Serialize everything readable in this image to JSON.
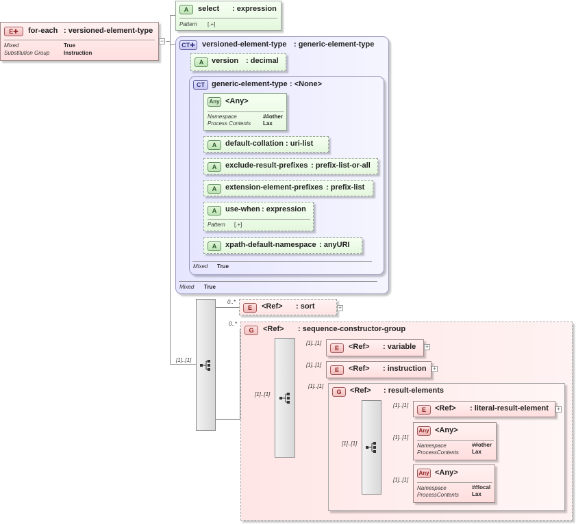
{
  "root": {
    "tag": "E",
    "name": "for-each",
    "type": ": versioned-element-type",
    "props": [
      {
        "k": "Mixed",
        "v": "True"
      },
      {
        "k": "Substitution Group",
        "v": "Instruction"
      }
    ]
  },
  "select": {
    "tag": "A",
    "name": "select",
    "type": ": expression",
    "pattern_k": "Pattern",
    "pattern_v": "[.+]"
  },
  "versioned": {
    "tag": "CT",
    "name": "versioned-element-type",
    "type": ": generic-element-type",
    "mixed_k": "Mixed",
    "mixed_v": "True"
  },
  "version": {
    "tag": "A",
    "name": "version",
    "type": ": decimal"
  },
  "generic": {
    "tag": "CT",
    "name": "generic-element-type",
    "type": ": <None>",
    "mixed_k": "Mixed",
    "mixed_v": "True"
  },
  "any1": {
    "tag": "Any",
    "name": "<Any>",
    "props": [
      {
        "k": "Namespace",
        "v": "##other"
      },
      {
        "k": "Process Contents",
        "v": "Lax"
      }
    ]
  },
  "attrs": [
    {
      "tag": "A",
      "name": "default-collation",
      "type": ": uri-list"
    },
    {
      "tag": "A",
      "name": "exclude-result-prefixes",
      "type": ": prefix-list-or-all"
    },
    {
      "tag": "A",
      "name": "extension-element-prefixes",
      "type": ": prefix-list"
    },
    {
      "tag": "A",
      "name": "use-when",
      "type": ": expression",
      "pattern_k": "Pattern",
      "pattern_v": "[.+]"
    },
    {
      "tag": "A",
      "name": "xpath-default-namespace",
      "type": ": anyURI"
    }
  ],
  "sort": {
    "tag": "E",
    "ref": "<Ref>",
    "type": ": sort",
    "card": "0..*"
  },
  "seqgroup": {
    "tag": "G",
    "ref": "<Ref>",
    "type": ": sequence-constructor-group",
    "card": "0..*"
  },
  "outer_card": "[1]..[1]",
  "variable": {
    "tag": "E",
    "ref": "<Ref>",
    "type": ": variable",
    "card": "[1]..[1]"
  },
  "instruction": {
    "tag": "E",
    "ref": "<Ref>",
    "type": ": instruction",
    "card": "[1]..[1]"
  },
  "result": {
    "tag": "G",
    "ref": "<Ref>",
    "type": ": result-elements",
    "card": "[1]..[1]"
  },
  "seq2_card": "[1]..[1]",
  "seq3_card": "[1]..[1]",
  "lre": {
    "tag": "E",
    "ref": "<Ref>",
    "type": ": literal-result-element",
    "card": "[1]..[1]"
  },
  "any2": {
    "tag": "Any",
    "name": "<Any>",
    "card": "[1]..[1]",
    "props": [
      {
        "k": "Namespace",
        "v": "##other"
      },
      {
        "k": "ProcessContents",
        "v": "Lax"
      }
    ]
  },
  "any3": {
    "tag": "Any",
    "name": "<Any>",
    "card": "[1]..[1]",
    "props": [
      {
        "k": "Namespace",
        "v": "##local"
      },
      {
        "k": "ProcessContents",
        "v": "Lax"
      }
    ]
  },
  "expand_symbol": "+",
  "collapse_symbol": "−"
}
